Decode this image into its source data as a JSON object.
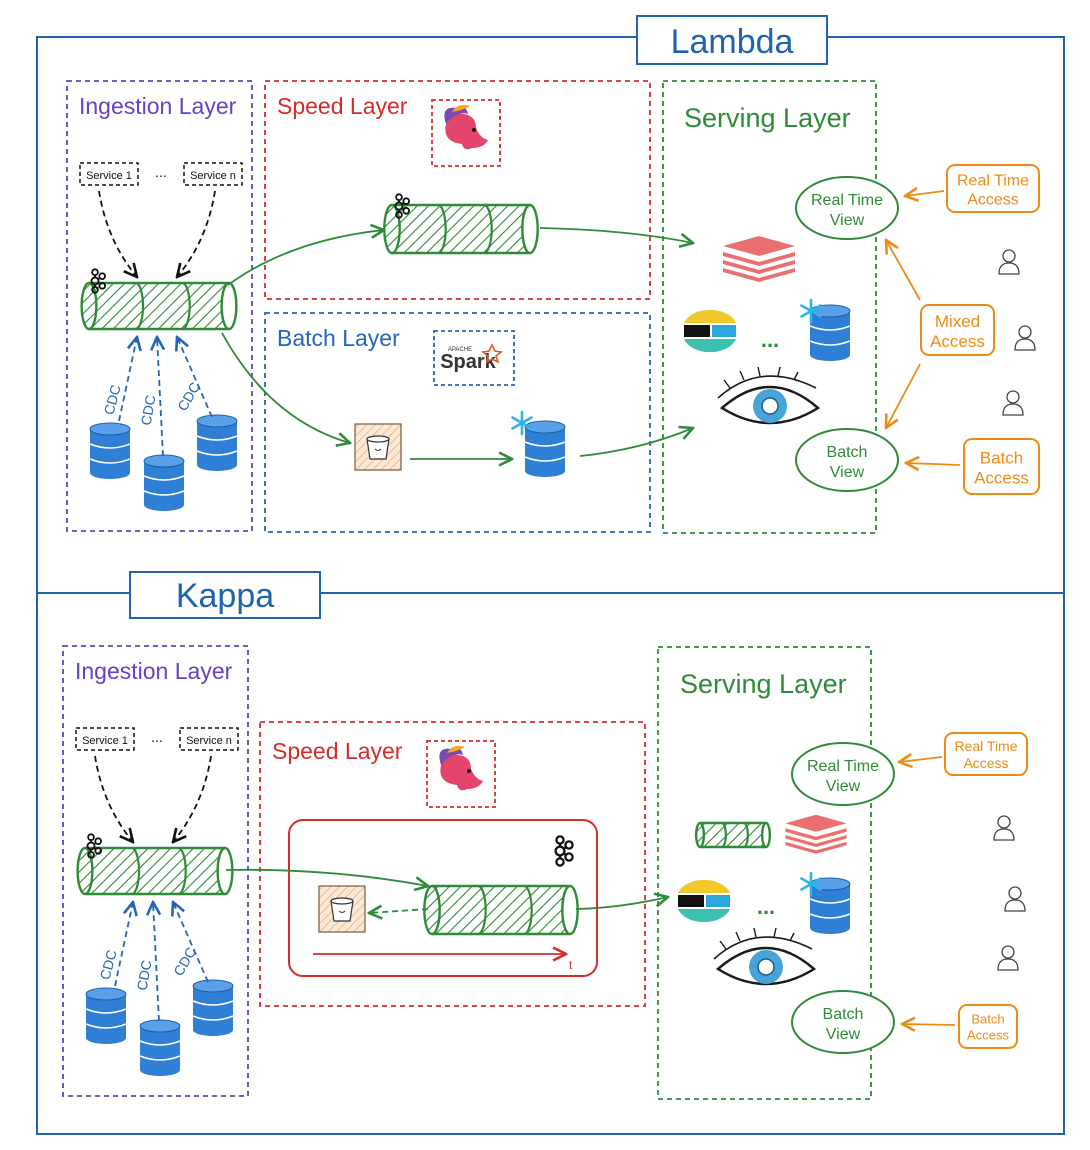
{
  "colors": {
    "frame": "#1f63ad",
    "ingestion": "#6a3fc8",
    "speed": "#d62b2b",
    "batch": "#2565b8",
    "serving": "#2e8b37",
    "pipe": "#2e8b37",
    "access": "#ee8a16",
    "db": "#2f7fd6",
    "layers_icon": "#ea6f6f"
  },
  "lambda": {
    "title": "Lambda",
    "ingestion": {
      "title": "Ingestion Layer",
      "service_1": "Service 1",
      "ellipsis": "...",
      "service_n": "Service n",
      "cdc": [
        "CDC",
        "CDC",
        "CDC"
      ]
    },
    "speed": {
      "title": "Speed Layer",
      "icon": "flink-squirrel-icon"
    },
    "batch": {
      "title": "Batch Layer",
      "spark_top": "APACHE",
      "spark": "Spark",
      "icon": "spark-icon"
    },
    "serving": {
      "title": "Serving Layer",
      "ellipsis": "..."
    },
    "views": {
      "realtime_1": "Real Time",
      "realtime_2": "View",
      "batch_1": "Batch",
      "batch_2": "View"
    },
    "access": {
      "realtime_1": "Real Time",
      "realtime_2": "Access",
      "mixed_1": "Mixed",
      "mixed_2": "Access",
      "batch_1": "Batch",
      "batch_2": "Access"
    }
  },
  "kappa": {
    "title": "Kappa",
    "ingestion": {
      "title": "Ingestion Layer",
      "service_1": "Service 1",
      "ellipsis": "...",
      "service_n": "Service n",
      "cdc": [
        "CDC",
        "CDC",
        "CDC"
      ]
    },
    "speed": {
      "title": "Speed Layer",
      "time_axis": "t",
      "icon": "flink-squirrel-icon"
    },
    "serving": {
      "title": "Serving Layer",
      "ellipsis": "..."
    },
    "views": {
      "realtime_1": "Real Time",
      "realtime_2": "View",
      "batch_1": "Batch",
      "batch_2": "View"
    },
    "access": {
      "realtime_1": "Real Time",
      "realtime_2": "Access",
      "batch_1": "Batch",
      "batch_2": "Access"
    }
  }
}
